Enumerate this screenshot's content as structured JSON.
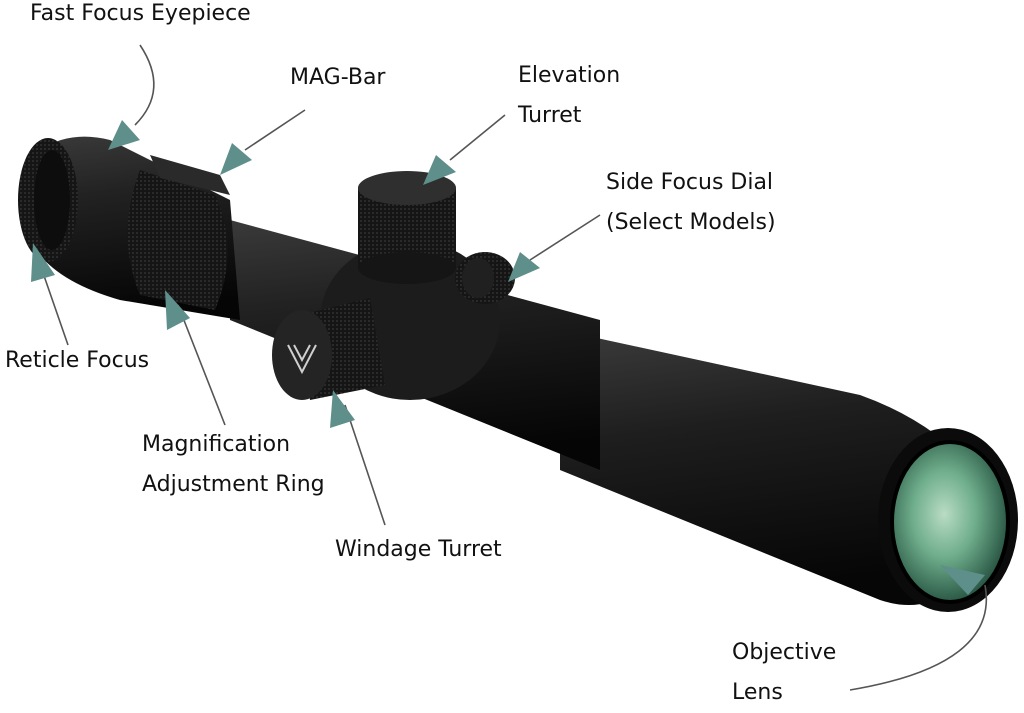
{
  "labels": {
    "fast_focus_eyepiece": "Fast Focus Eyepiece",
    "mag_bar": "MAG-Bar",
    "elevation_turret_line1": "Elevation",
    "elevation_turret_line2": "Turret",
    "side_focus_dial_line1": "Side Focus Dial",
    "side_focus_dial_line2": "(Select Models)",
    "reticle_focus": "Reticle Focus",
    "magnification_ring_line1": "Magnification",
    "magnification_ring_line2": "Adjustment Ring",
    "windage_turret": "Windage Turret",
    "objective_lens_line1": "Objective",
    "objective_lens_line2": "Lens"
  },
  "colors": {
    "arrow": "#5f8f8a",
    "leader_line": "#555555",
    "scope_body": "#1b1b1b",
    "lens_green": "#6fae8c"
  }
}
